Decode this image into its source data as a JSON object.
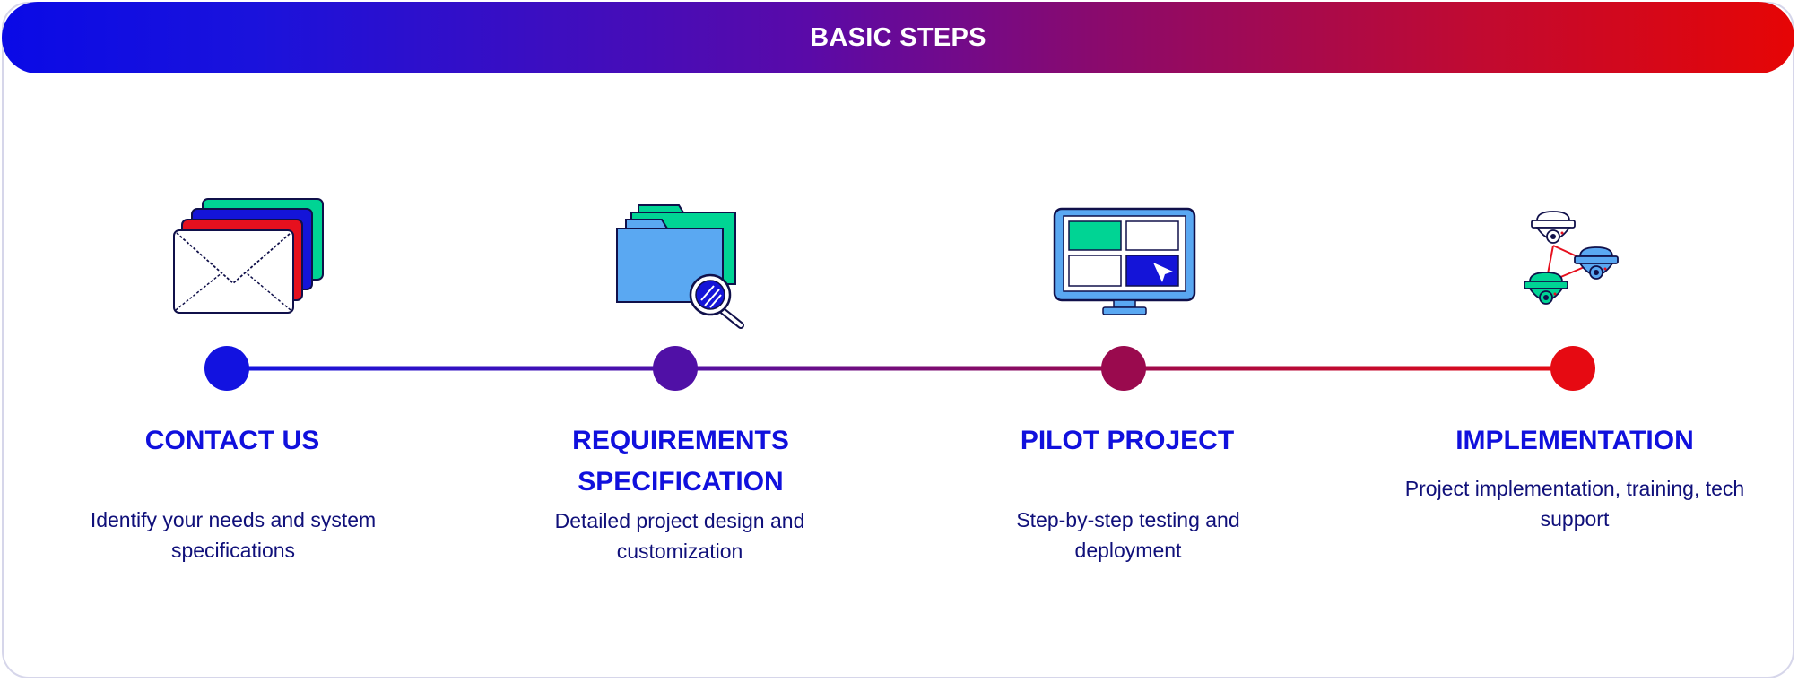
{
  "header": {
    "title": "BASIC STEPS"
  },
  "colors": {
    "gradient_start": "#0a0ae6",
    "gradient_end": "#e60505",
    "title_blue": "#1010dd",
    "text_navy": "#10107a",
    "accent_green": "#00d494",
    "accent_light_blue": "#5aa8f2"
  },
  "steps": [
    {
      "title": "CONTACT US",
      "description": "Identify your needs and system specifications",
      "icon": "envelope-stack-icon",
      "marker_color": "#1212e0"
    },
    {
      "title": "REQUIREMENTS SPECIFICATION",
      "description": "Detailed project design and customization",
      "icon": "folder-magnifier-icon",
      "marker_color": "#5010a6"
    },
    {
      "title": "PILOT PROJECT",
      "description": "Step-by-step testing and deployment",
      "icon": "monitor-dashboard-icon",
      "marker_color": "#9a0a4e"
    },
    {
      "title": "IMPLEMENTATION",
      "description": "Project implementation, training, tech support",
      "icon": "camera-network-icon",
      "marker_color": "#e60a12"
    }
  ]
}
